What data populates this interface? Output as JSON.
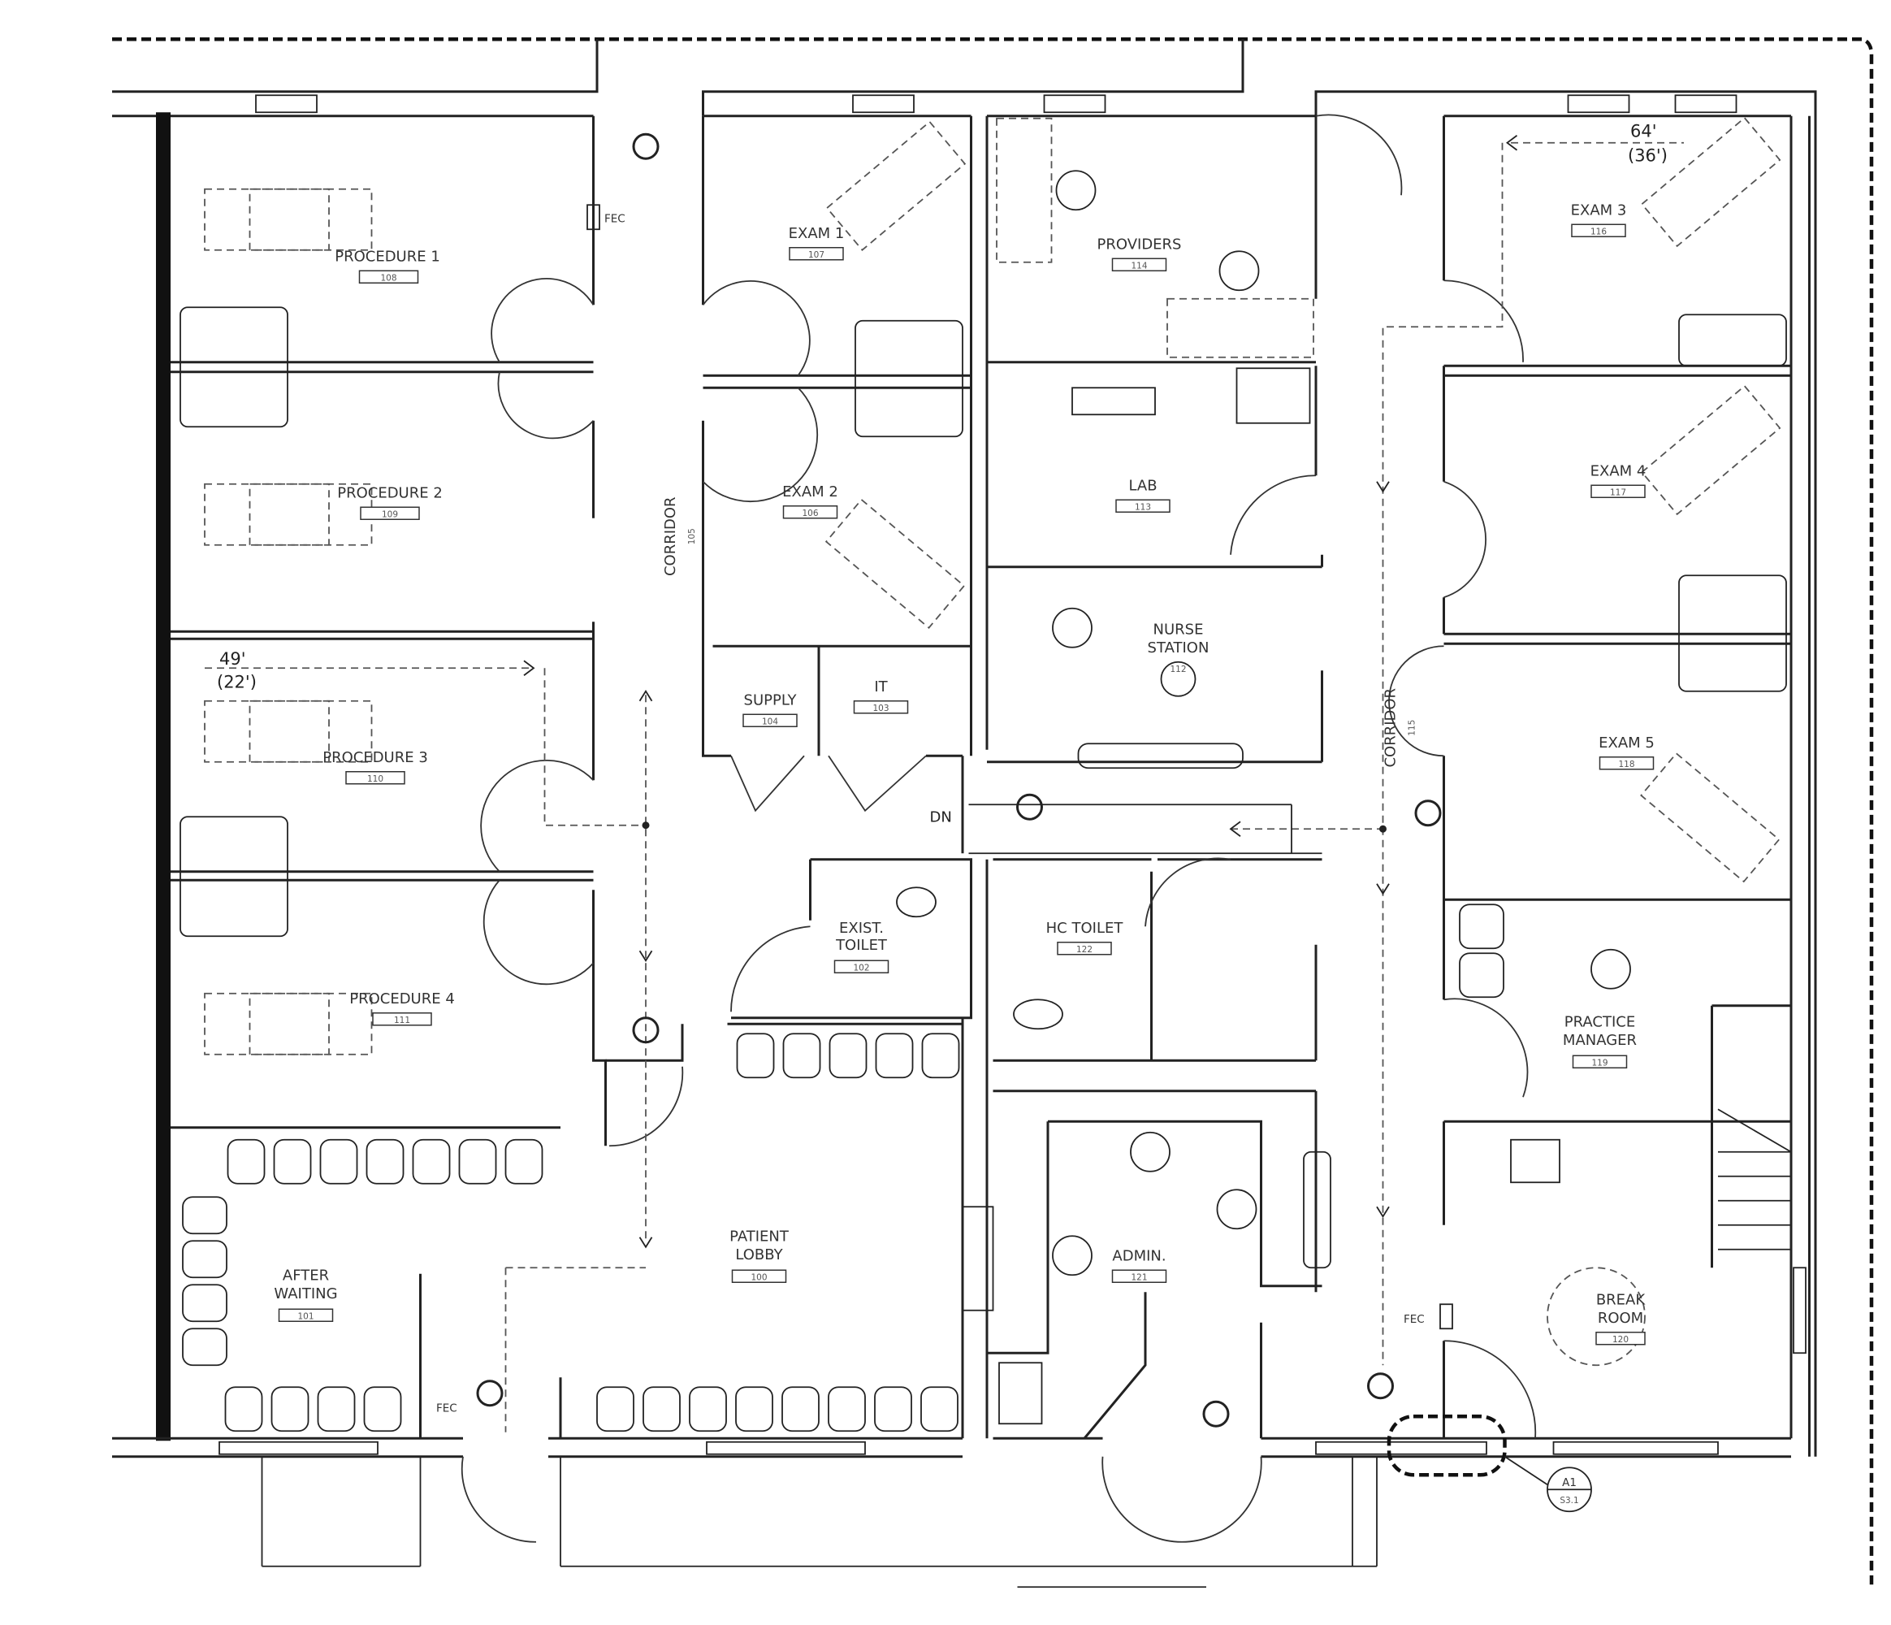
{
  "rooms": {
    "procedure1": {
      "name": "PROCEDURE 1",
      "number": "108"
    },
    "procedure2": {
      "name": "PROCEDURE 2",
      "number": "109"
    },
    "procedure3": {
      "name": "PROCEDURE 3",
      "number": "110"
    },
    "procedure4": {
      "name": "PROCEDURE 4",
      "number": "111"
    },
    "exam1": {
      "name": "EXAM 1",
      "number": "107"
    },
    "exam2": {
      "name": "EXAM 2",
      "number": "106"
    },
    "supply": {
      "name": "SUPPLY",
      "number": "104"
    },
    "it": {
      "name": "IT",
      "number": "103"
    },
    "corridor_west": {
      "name": "CORRIDOR",
      "number": "105"
    },
    "providers": {
      "name": "PROVIDERS",
      "number": "114"
    },
    "lab": {
      "name": "LAB",
      "number": "113"
    },
    "nurse_station": {
      "name1": "NURSE",
      "name2": "STATION",
      "number": "112"
    },
    "corridor_east": {
      "name": "CORRIDOR",
      "number": "115"
    },
    "exam3": {
      "name": "EXAM 3",
      "number": "116"
    },
    "exam4": {
      "name": "EXAM 4",
      "number": "117"
    },
    "exam5": {
      "name": "EXAM 5",
      "number": "118"
    },
    "practice_manager": {
      "name1": "PRACTICE",
      "name2": "MANAGER",
      "number": "119"
    },
    "break_room": {
      "name1": "BREAK",
      "name2": "ROOM",
      "number": "120"
    },
    "admin": {
      "name": "ADMIN.",
      "number": "121"
    },
    "hc_toilet": {
      "name": "HC TOILET",
      "number": "122"
    },
    "exist_toilet": {
      "name1": "EXIST.",
      "name2": "TOILET",
      "number": "102"
    },
    "patient_lobby": {
      "name1": "PATIENT",
      "name2": "LOBBY",
      "number": "100"
    },
    "after_waiting": {
      "name1": "AFTER",
      "name2": "WAITING",
      "number": "101"
    }
  },
  "annotations": {
    "dim_west": {
      "ft": "49'",
      "m": "(22')"
    },
    "dim_east": {
      "ft": "64'",
      "m": "(36')"
    },
    "fec": "FEC",
    "dn": "DN",
    "section_tag": {
      "id": "A1",
      "sheet": "S3.1"
    }
  }
}
